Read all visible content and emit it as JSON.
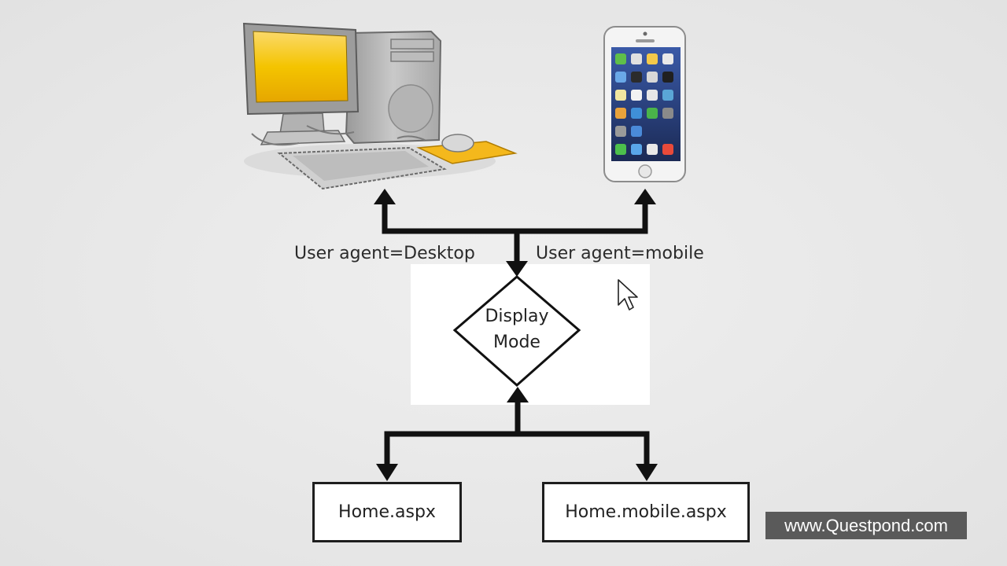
{
  "labels": {
    "desktop_user_agent": "User agent=Desktop",
    "mobile_user_agent": "User agent=mobile"
  },
  "decision": {
    "line1": "Display",
    "line2": "Mode"
  },
  "files": {
    "desktop_view": "Home.aspx",
    "mobile_view": "Home.mobile.aspx"
  },
  "watermark": "www.Questpond.com",
  "icons": {
    "desktop": "desktop-computer-icon",
    "phone": "smartphone-icon",
    "cursor": "mouse-cursor-icon"
  },
  "colors": {
    "background": "#e9e9e9",
    "monitor_screen": "#f2c000",
    "mousepad": "#f4b81c",
    "lines": "#111111",
    "watermark_bg": "#5a5a5a"
  }
}
